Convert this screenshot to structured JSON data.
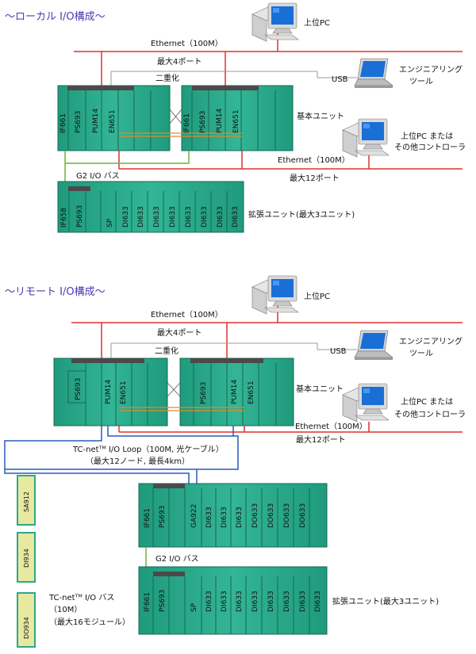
{
  "local": {
    "title": "〜ローカル I/O構成〜",
    "host_pc": "上位PC",
    "ethernet_top": "Ethernet（100M）",
    "max4": "最大4ポート",
    "duplex": "二重化",
    "usb": "USB",
    "eng_tool_1": "エンジニアリング",
    "eng_tool_2": "ツール",
    "basic_unit": "基本ユニット",
    "other_1": "上位PC または",
    "other_2": "その他コントローラ",
    "ethernet_bottom": "Ethernet（100M）",
    "max12": "最大12ポート",
    "g2_bus": "G2 I/O バス",
    "expansion": "拡張ユニット(最大3ユニット)",
    "rack_a_modules": [
      "IF661",
      "PS693",
      "PUM14",
      "EN651"
    ],
    "rack_b_modules": [
      "IF661",
      "PS693",
      "PUM14",
      "EN651"
    ],
    "exp_modules": [
      "IF658",
      "PS693",
      "SP",
      "DI633",
      "DI633",
      "DI633",
      "DI633",
      "DI633",
      "DI633",
      "DI633",
      "DI633"
    ]
  },
  "remote": {
    "title": "〜リモート I/O構成〜",
    "host_pc": "上位PC",
    "ethernet_top": "Ethernet（100M）",
    "max4": "最大4ポート",
    "duplex": "二重化",
    "usb": "USB",
    "eng_tool_1": "エンジニアリング",
    "eng_tool_2": "ツール",
    "basic_unit": "基本ユニット",
    "other_1": "上位PC または",
    "other_2": "その他コントローラ",
    "ethernet_bottom": "Ethernet（100M）",
    "max12": "最大12ポート",
    "loop_1": "TC-netᵀᴹ I/O Loop（100M, 光ケーブル）",
    "loop_2": "（最大12ノード, 最長4km）",
    "g2_bus": "G2 I/O バス",
    "expansion": "拡張ユニット(最大3ユニット)",
    "tcnet_1": "TC-netᵀᴹ I/O バス",
    "tcnet_2": "（10M）",
    "tcnet_3": "（最大16モジュール）",
    "rack_a_modules": [
      "PS693",
      "PUM14",
      "EN651"
    ],
    "rack_b_modules": [
      "PS693",
      "PUM14",
      "EN651"
    ],
    "node_modules": [
      "IF661",
      "PS693",
      "GA922",
      "DI633",
      "DI633",
      "DI633",
      "DO633",
      "DO633",
      "DO633",
      "DO633"
    ],
    "exp_modules": [
      "IF661",
      "PS693",
      "SP",
      "DI633",
      "DI633",
      "DI633",
      "DI633",
      "DI633",
      "DI633",
      "DI633",
      "DI633"
    ],
    "side_modules": [
      "SA912",
      "DI934",
      "DO934"
    ]
  },
  "colors": {
    "ethernet": "#e03030",
    "usb": "#9a9a9a",
    "g2bus": "#6cb33e",
    "tcnet": "#2a5cb8",
    "rack_face": "#2aa98a",
    "rack_dark": "#157a60",
    "rack_bar": "#4a4a4a",
    "duplex_line": "#e08a2a",
    "side_module": "#e8e8a0",
    "title": "#4a3ab0"
  },
  "icons": [
    "desktop-pc-icon",
    "laptop-icon"
  ]
}
